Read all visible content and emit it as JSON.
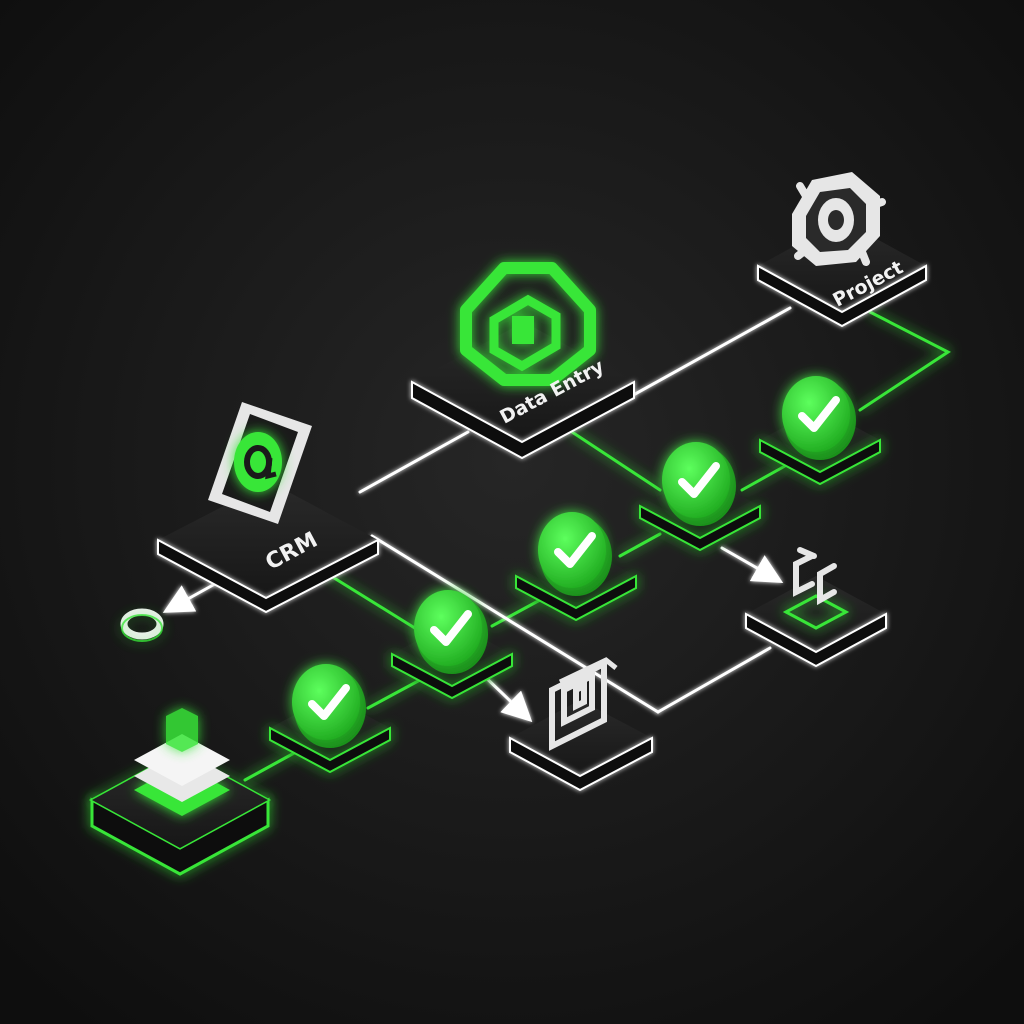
{
  "diagram": {
    "nodes": {
      "crm": {
        "label": "CRM",
        "icon": "at-sign-icon"
      },
      "data_entry": {
        "label": "Data Entry",
        "icon": "data-entry-icon"
      },
      "project": {
        "label": "Project",
        "icon": "gear-icon"
      },
      "stack": {
        "icon": "layers-stack-icon"
      },
      "archive": {
        "icon": "archive-box-icon"
      },
      "connector": {
        "icon": "connector-icon"
      },
      "endpoint": {
        "icon": "ring-endpoint-icon"
      }
    },
    "steps": [
      {
        "icon": "check-icon",
        "state": "complete"
      },
      {
        "icon": "check-icon",
        "state": "complete"
      },
      {
        "icon": "check-icon",
        "state": "complete"
      },
      {
        "icon": "check-icon",
        "state": "complete"
      },
      {
        "icon": "check-icon",
        "state": "complete"
      }
    ]
  },
  "colors": {
    "background": "#141414",
    "accent": "#39e639",
    "tile": "#1c1c1c",
    "edge": "#ffffff",
    "icon_white": "#e6e6e6"
  }
}
